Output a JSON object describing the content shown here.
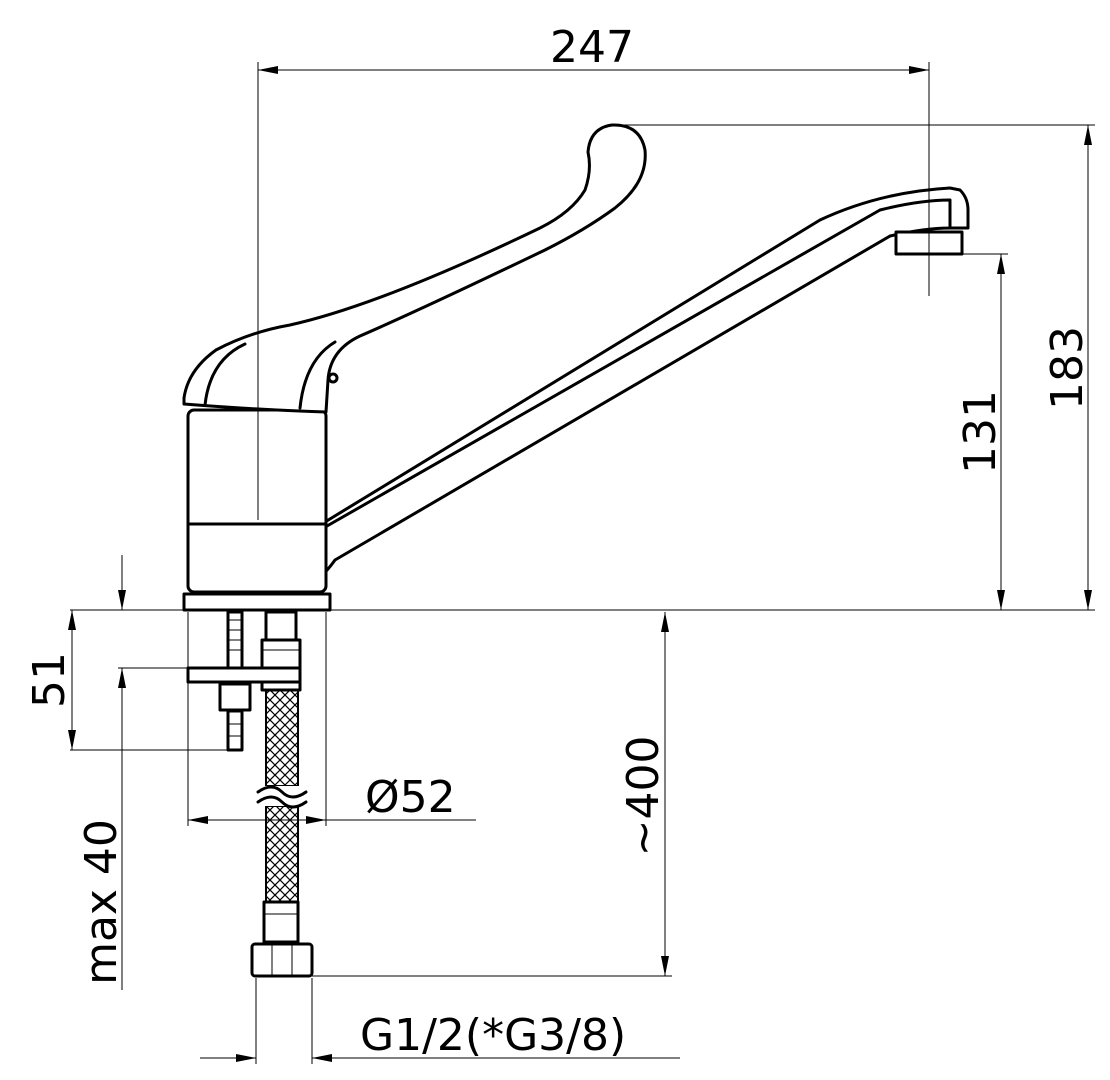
{
  "drawing": {
    "colors": {
      "line": "#000000",
      "background": "#ffffff"
    },
    "dimensions": {
      "overall_length": "247",
      "overall_height": "183",
      "spout_height": "131",
      "mount_depth": "51",
      "max_thickness": "max 40",
      "body_diameter": "Ø52",
      "hose_length": "~400",
      "thread": "G1/2(*G3/8)"
    }
  }
}
